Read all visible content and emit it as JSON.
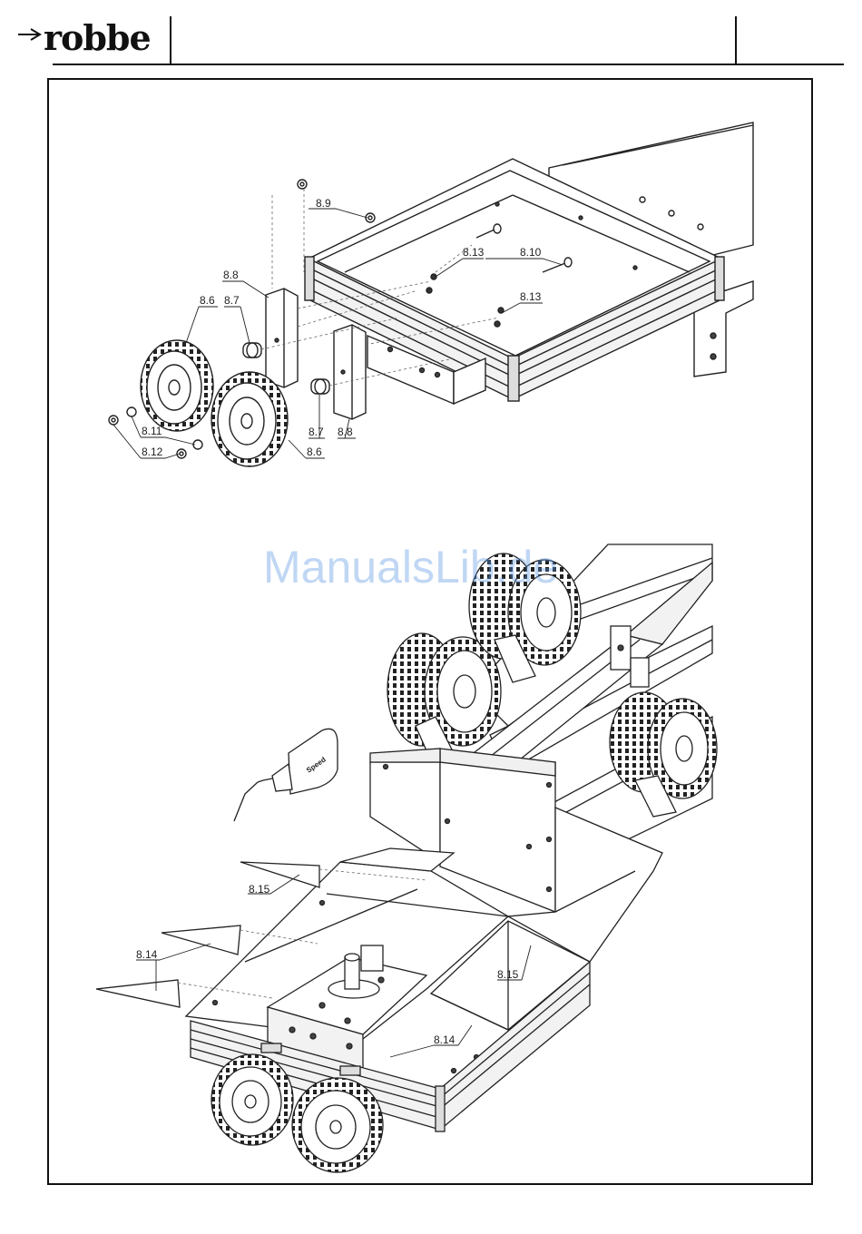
{
  "header": {
    "brand": "robbe",
    "brand_icon": "robbe-arrow-logo-icon"
  },
  "watermark": "ManualsLib.de",
  "figures": {
    "top": {
      "callouts": {
        "c89": "8.9",
        "c810": "8.10",
        "c813a": "8.13",
        "c813b": "8.13",
        "c88a": "8.8",
        "c88b": "8.8",
        "c86a": "8.6",
        "c86b": "8.6",
        "c87a": "8.7",
        "c87b": "8.7",
        "c811": "8.11",
        "c812": "8.12"
      }
    },
    "bottom": {
      "callouts": {
        "c815a": "8.15",
        "c815b": "8.15",
        "c814a": "8.14",
        "c814b": "8.14"
      },
      "bottle_label": "Speed"
    }
  }
}
